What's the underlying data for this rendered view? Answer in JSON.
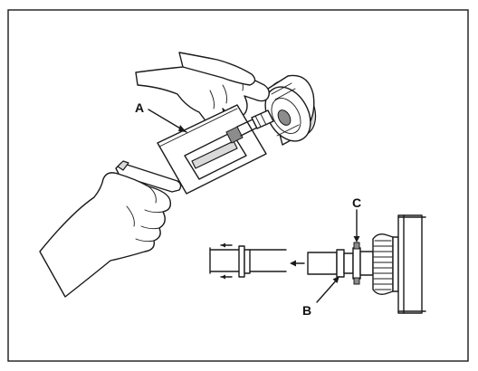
{
  "labels": {
    "a": "A",
    "b": "B",
    "c": "C"
  },
  "colors": {
    "line": "#1a1a1a",
    "shade": "#d9d9d9",
    "dark": "#8c8c8c",
    "background": "#ffffff"
  }
}
